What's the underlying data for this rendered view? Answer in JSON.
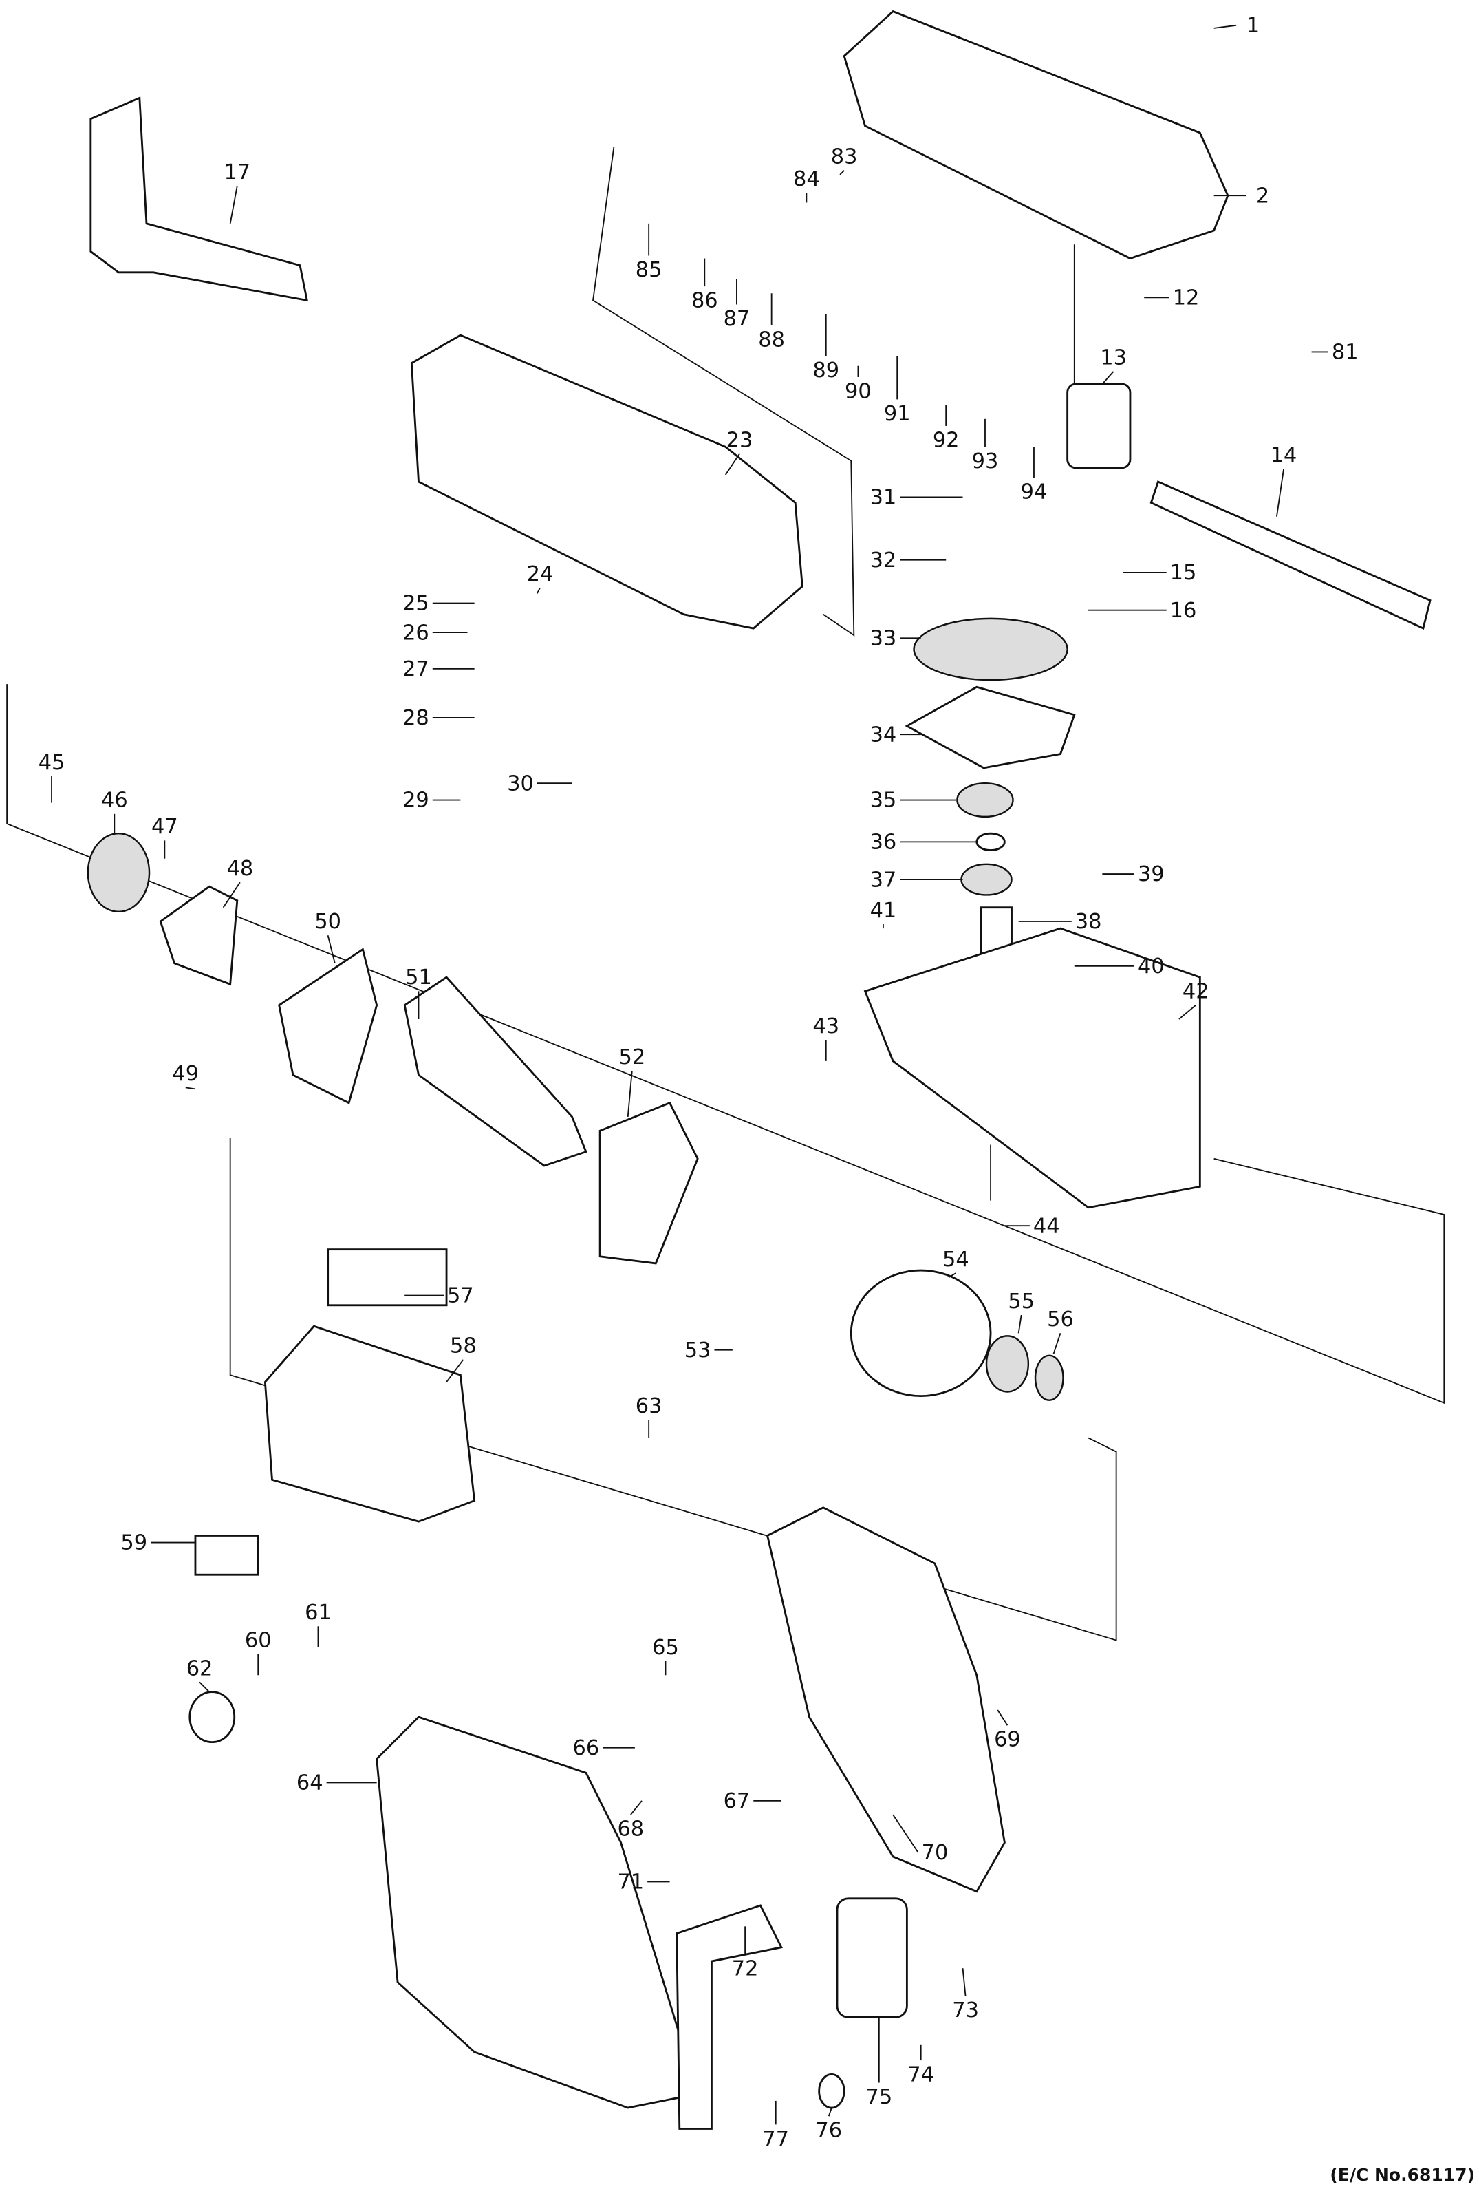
{
  "diagram": {
    "part_numbers": [
      "1",
      "2",
      "12",
      "13",
      "14",
      "15",
      "16",
      "17",
      "23",
      "24",
      "25",
      "26",
      "27",
      "28",
      "29",
      "30",
      "31",
      "32",
      "33",
      "34",
      "35",
      "36",
      "37",
      "38",
      "39",
      "40",
      "41",
      "42",
      "43",
      "44",
      "45",
      "46",
      "47",
      "48",
      "49",
      "50",
      "51",
      "52",
      "53",
      "54",
      "55",
      "56",
      "57",
      "58",
      "59",
      "60",
      "61",
      "62",
      "63",
      "64",
      "65",
      "66",
      "67",
      "68",
      "69",
      "70",
      "71",
      "72",
      "73",
      "74",
      "75",
      "76",
      "77",
      "81",
      "83",
      "84",
      "85",
      "86",
      "87",
      "88",
      "89",
      "90",
      "91",
      "92",
      "93",
      "94"
    ],
    "footer_note": "(E/C No.68117)"
  }
}
